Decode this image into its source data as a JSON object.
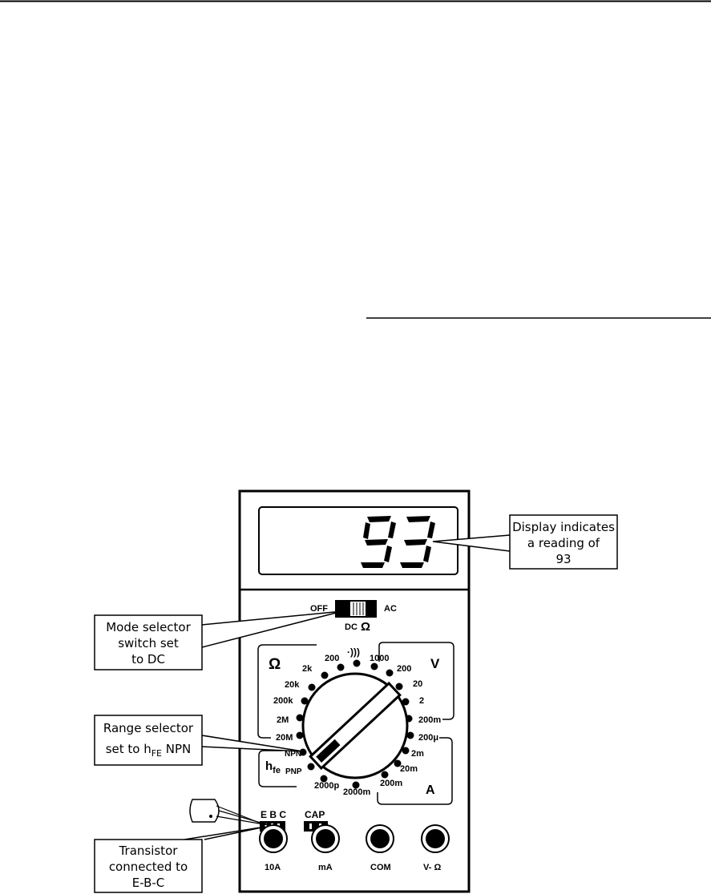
{
  "callouts": {
    "display": [
      "Display indicates",
      "a reading of",
      "93"
    ],
    "mode": [
      "Mode selector",
      "switch set",
      "to DC"
    ],
    "range": [
      "Range selector",
      "set to h",
      "FE",
      " NPN"
    ],
    "transistor": [
      "Transistor",
      "connected to",
      "E-B-C"
    ]
  },
  "display": {
    "reading": "93"
  },
  "mode_switch": {
    "off": "OFF",
    "ac": "AC",
    "dc": "DC",
    "ohm": "Ω"
  },
  "dial": {
    "top": {
      "beeper": "·)))"
    },
    "ohm_group": {
      "symbol": "Ω",
      "ranges": [
        "200",
        "2k",
        "20k",
        "200k",
        "2M",
        "20M"
      ]
    },
    "volt_group": {
      "symbol": "V",
      "ranges": [
        "1000",
        "200",
        "20",
        "2",
        "200m"
      ]
    },
    "amp_group": {
      "symbol": "A",
      "ranges": [
        "200μ",
        "2m",
        "20m",
        "200m",
        "2000m"
      ]
    },
    "hfe_group": {
      "symbol_main": "h",
      "symbol_sub": "fe",
      "npn": "NPN",
      "pnp": "PNP"
    },
    "cap_range": "2000p"
  },
  "sockets": {
    "ebc": "E B C",
    "cap": "CAP"
  },
  "jacks": [
    "10A",
    "mA",
    "COM",
    "V- Ω"
  ]
}
